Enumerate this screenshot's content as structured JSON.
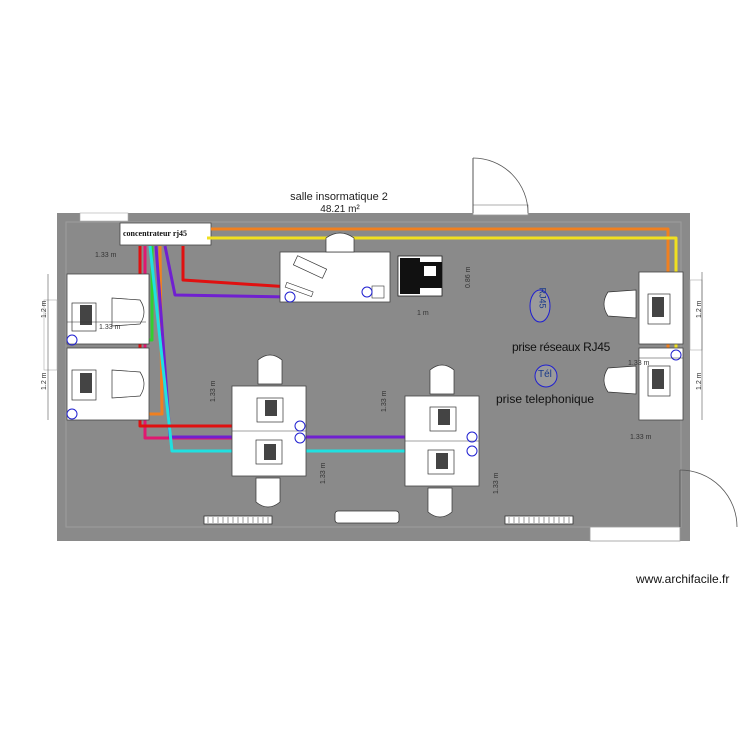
{
  "room": {
    "name": "salle insormatique 2",
    "area": "48.21 m²"
  },
  "devices": {
    "concentrator_label": "concentrateur rj45"
  },
  "legend": {
    "rj45_badge": "RJ45",
    "rj45_label": "prise réseaux RJ45",
    "tel_badge": "Tél",
    "tel_label": "prise telephonique"
  },
  "dimensions": {
    "left_top": "1.33 m",
    "left_height_1": "1.2 m",
    "left_height_2": "1.2 m",
    "left_inner": "1.33 m",
    "right_height_1": "1.2 m",
    "right_height_2": "1.2 m",
    "right_inner": "1.33 m",
    "right_bottom": "1.33 m",
    "desk1_v": "1.33 m",
    "desk1_v2": "1.33 m",
    "desk2_v": "1.33 m",
    "desk2_v2": "1.33 m",
    "table_v": "0.86 m",
    "table_h": "1 m"
  },
  "cable_colors": {
    "orange": "#f08020",
    "yellow": "#f0e020",
    "red": "#e01010",
    "purple": "#7020d0",
    "magenta": "#e01870",
    "cyan": "#20e0e0",
    "green": "#30d030",
    "blue": "#2020d0"
  },
  "floor_color": "#8a8a8a",
  "watermark": "www.archifacile.fr"
}
